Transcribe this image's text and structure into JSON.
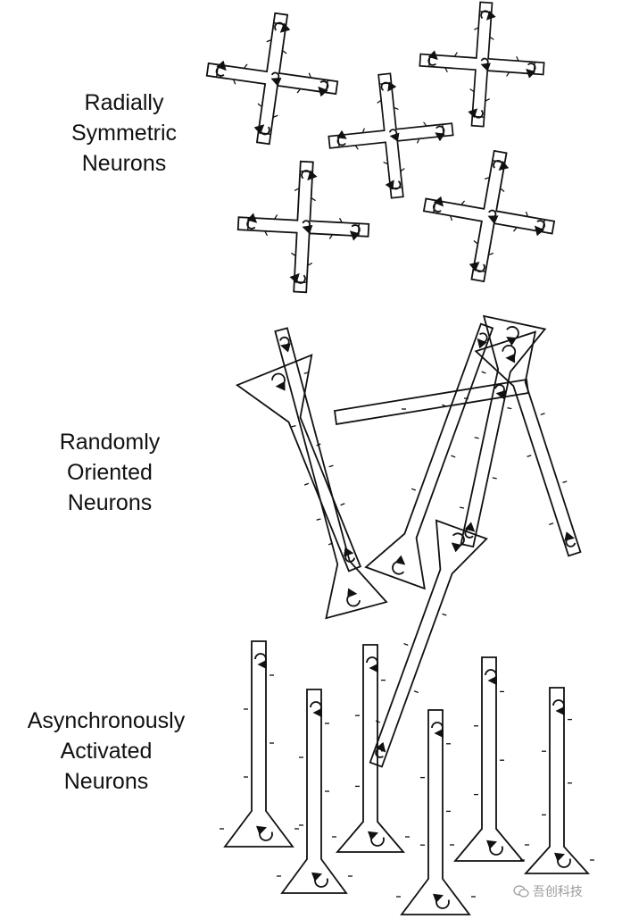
{
  "sections": {
    "radial": {
      "lines": [
        "Radially",
        "Symmetric",
        "Neurons"
      ]
    },
    "random": {
      "lines": [
        "Randomly",
        "Oriented",
        "Neurons"
      ]
    },
    "async": {
      "lines": [
        "Asynchronously",
        "Activated",
        "Neurons"
      ]
    }
  },
  "watermark": {
    "text": "吾创科技",
    "icon": "wechat-icon"
  },
  "colors": {
    "stroke": "#111111",
    "background": "#ffffff"
  }
}
